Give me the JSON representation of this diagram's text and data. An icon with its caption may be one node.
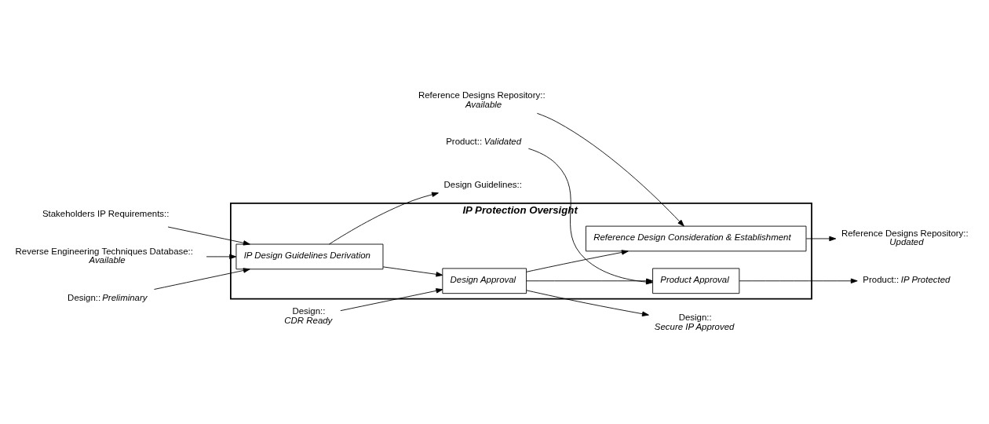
{
  "diagram": {
    "nodes": [
      {
        "text": [
          "IP Protection Oversight"
        ]
      },
      {
        "text": [
          "IP Design Guidelines Derivation"
        ],
        "in": 0
      },
      {
        "text": [
          "Reference Design Consideration & Establishment"
        ],
        "in": 0
      },
      {
        "text": [
          "Design Approval"
        ],
        "in": 0
      },
      {
        "text": [
          "Product Approval"
        ],
        "in": 0
      },
      {
        "text": [
          "Stakeholders IP Requirements::"
        ]
      },
      {
        "text": [
          "Reference Designs Repository::",
          "*Available*"
        ]
      },
      {
        "text": [
          "Reverse Engineering Techniques Database::",
          "*Available*"
        ]
      },
      {
        "text": [
          "Design::*Preliminary*"
        ]
      },
      {
        "text": [
          "Reference Designs Repository::",
          "*Updated*"
        ]
      },
      {
        "text": [
          "Design Guidelines::"
        ]
      },
      {
        "text": [
          "Design::",
          "*CDR Ready*"
        ]
      },
      {
        "text": [
          "Design::",
          "*Secure IP Approved*"
        ]
      },
      {
        "text": [
          "Product::*Validated*"
        ]
      },
      {
        "text": [
          "Product::*IP Protected*"
        ]
      }
    ],
    "edges": [
      {
        "from": 5,
        "to": 1,
        "arrow": "to"
      },
      {
        "from": 6,
        "to": 2,
        "arrow": "to"
      },
      {
        "from": 7,
        "to": 1,
        "arrow": "to"
      },
      {
        "from": 8,
        "to": 1,
        "arrow": "to"
      },
      {
        "from": 1,
        "to": 3,
        "arrow": "to"
      },
      {
        "from": 1,
        "to": 10,
        "arrow": "to"
      },
      {
        "from": 3,
        "to": 2,
        "arrow": "to"
      },
      {
        "from": 3,
        "to": 4,
        "arrow": "to"
      },
      {
        "from": 3,
        "to": 12,
        "arrow": "to"
      },
      {
        "from": 11,
        "to": 3,
        "arrow": "to"
      },
      {
        "from": 13,
        "to": 4,
        "arrow": "to"
      },
      {
        "from": 2,
        "to": 9,
        "arrow": "to"
      },
      {
        "from": 4,
        "to": 14,
        "arrow": "to"
      }
    ]
  }
}
